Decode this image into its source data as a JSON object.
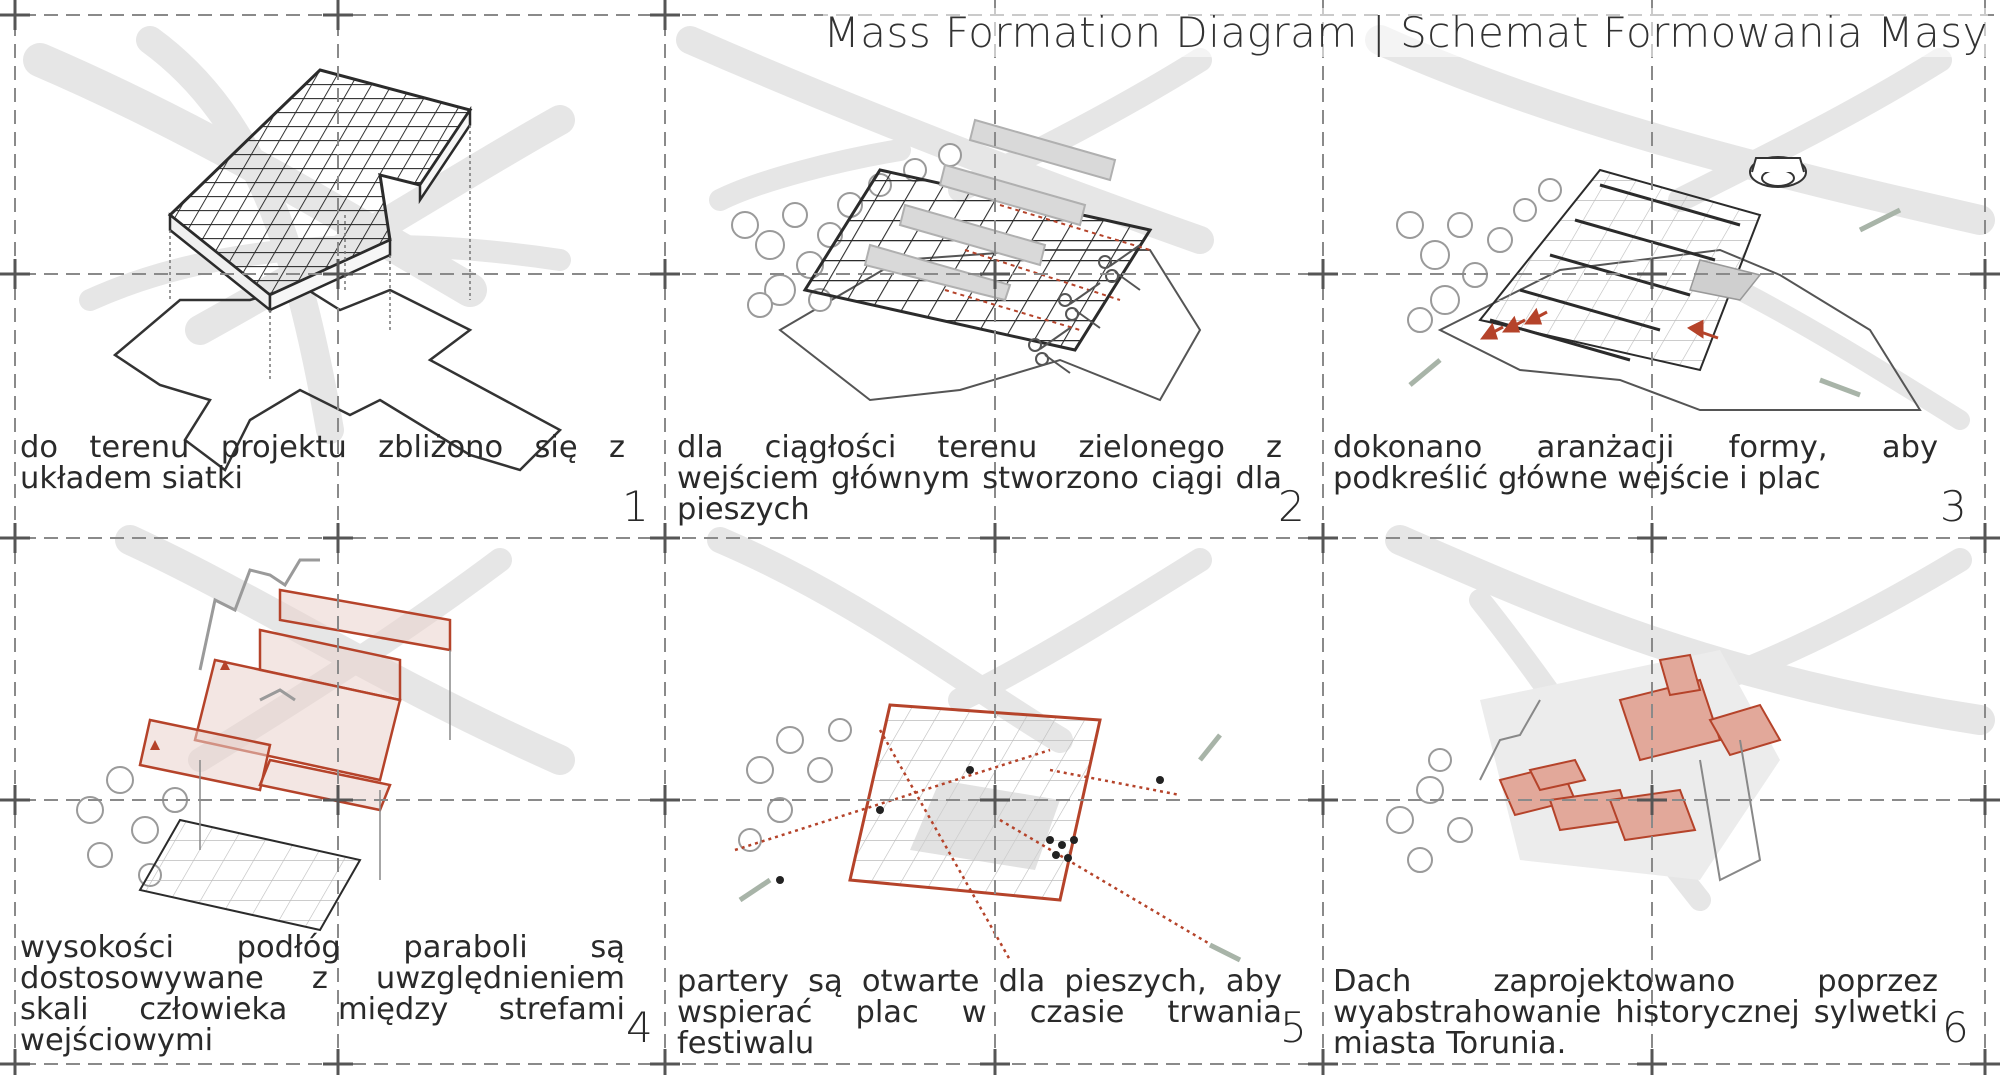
{
  "title": "Mass Formation Diagram | Schemat Formowania Masy",
  "panels": [
    {
      "number": "1",
      "caption": "do terenu projektu zbliżono się z układem siatki"
    },
    {
      "number": "2",
      "caption": "dla ciągłości terenu zielonego z wejściem głównym stworzono ciągi dla pieszych"
    },
    {
      "number": "3",
      "caption": "dokonano aranżacji formy, aby podkreślić główne wejście i plac"
    },
    {
      "number": "4",
      "caption": "wysokości podłóg paraboli są dostosowywane z uwzględnieniem skali człowieka między strefami wejściowymi"
    },
    {
      "number": "5",
      "caption": "partery są otwarte dla pieszych, aby wspierać plac w czasie trwania festiwalu"
    },
    {
      "number": "6",
      "caption": "Dach zaprojektowano poprzez wyabstrahowanie historycznej sylwetki miasta Torunia."
    }
  ],
  "colors": {
    "accent": "#b5432a",
    "accent_fill": "#e2a89a",
    "line": "#2b2b2b",
    "road": "#e6e6e6",
    "guide": "#8a8a8a"
  }
}
